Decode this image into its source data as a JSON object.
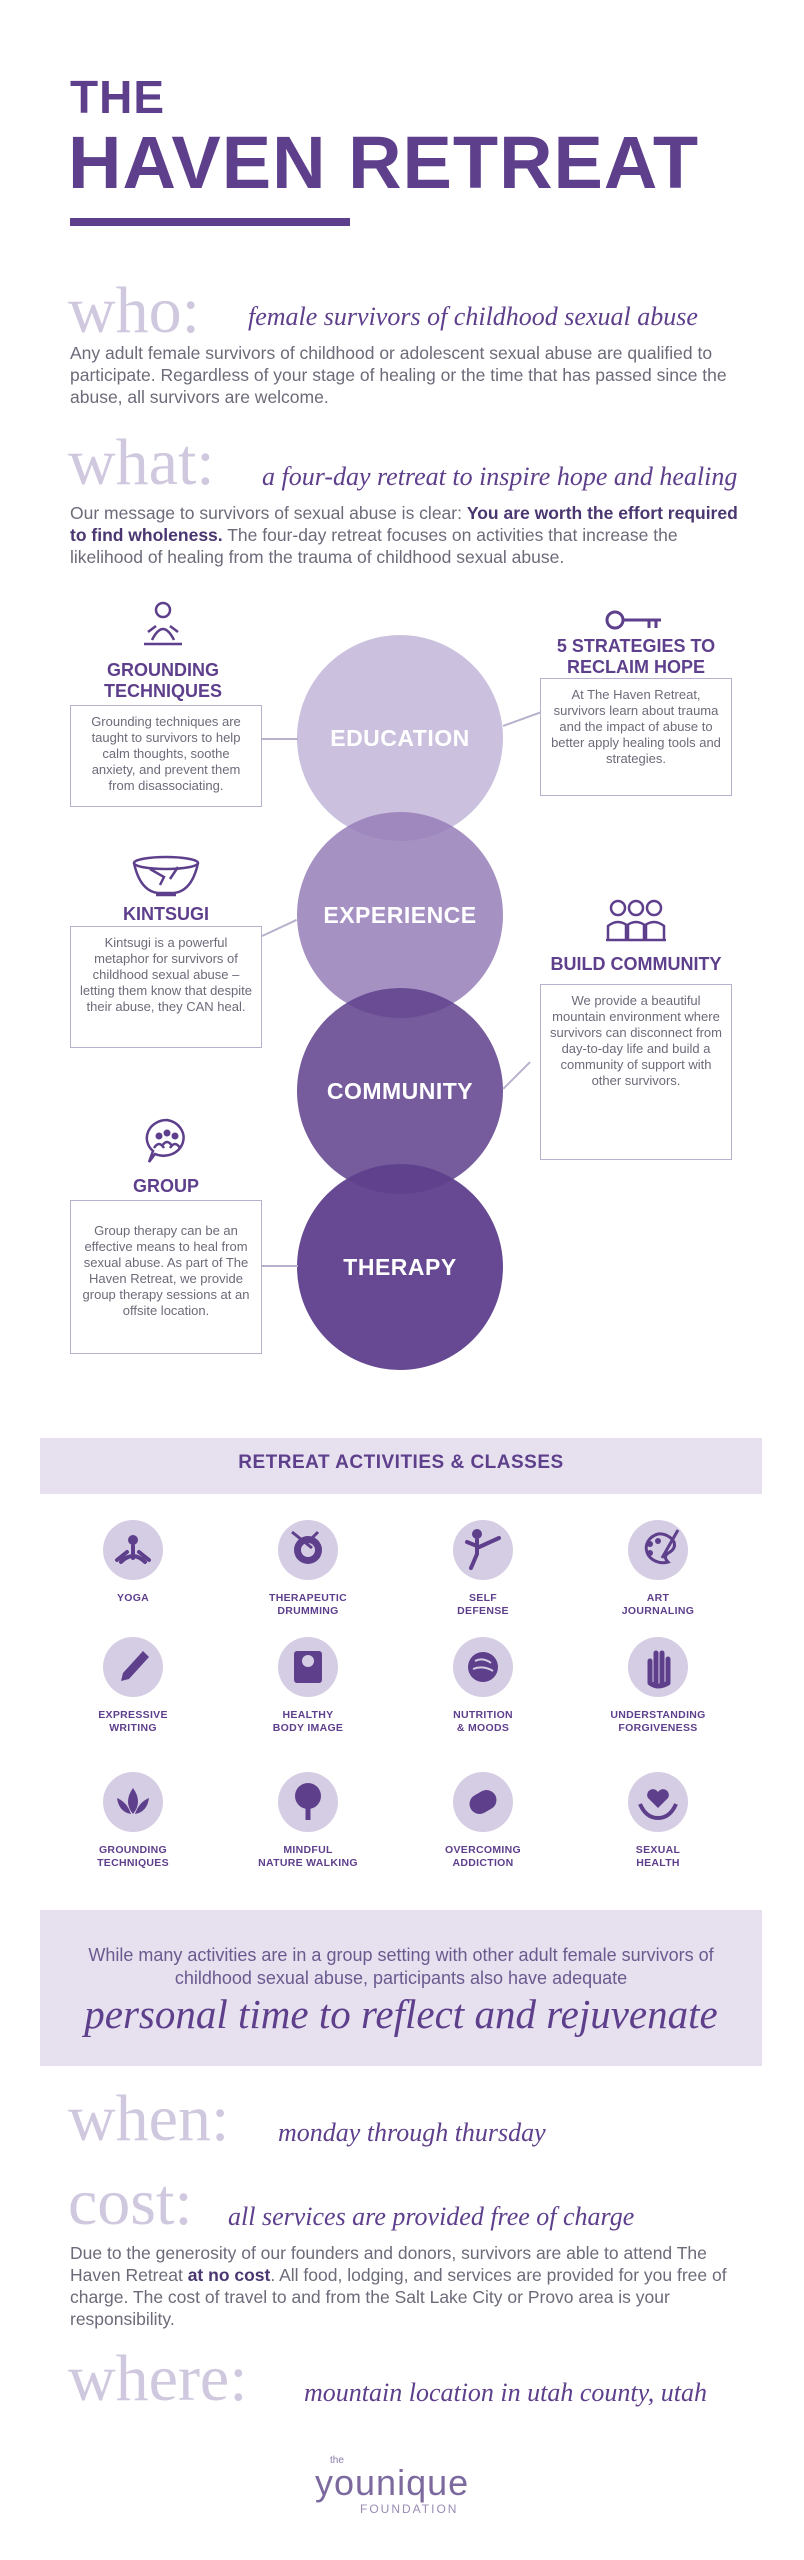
{
  "header": {
    "line1": "THE",
    "line2": "HAVEN RETREAT"
  },
  "who": {
    "word": "who:",
    "tagline": "female survivors of childhood sexual abuse",
    "body": "Any adult female survivors of childhood or adolescent sexual abuse are qualified to participate. Regardless of your stage of healing or the time that has passed since the abuse, all survivors are welcome."
  },
  "what": {
    "word": "what:",
    "tagline": "a four-day retreat to inspire hope and healing",
    "body_start": "Our message to survivors of sexual abuse is clear: ",
    "body_bold": "You are worth the effort required to find wholeness.",
    "body_end": " The four-day retreat focuses on activities that increase the likelihood of healing from the trauma of childhood sexual abuse."
  },
  "pillars": {
    "circles": [
      "EDUCATION",
      "EXPERIENCE",
      "COMMUNITY",
      "THERAPY"
    ],
    "grounding": {
      "title": "GROUNDING TECHNIQUES",
      "text": "Grounding techniques are taught to survivors to help calm thoughts, soothe anxiety, and prevent them from disassociating.",
      "icon": "meditation-icon"
    },
    "strategies": {
      "title": "5 STRATEGIES TO RECLAIM HOPE",
      "text": "At The Haven Retreat, survivors learn about trauma and the impact of abuse to better apply healing tools and strategies.",
      "icon": "key-icon"
    },
    "kintsugi": {
      "title": "KINTSUGI",
      "text": "Kintsugi is a powerful metaphor for survivors of childhood sexual abuse – letting them know that despite their abuse, they CAN heal.",
      "icon": "bowl-icon"
    },
    "community": {
      "title": "BUILD COMMUNITY",
      "text": "We provide a beautiful mountain environment where survivors can disconnect from day-to-day life and build a community of support with other survivors.",
      "icon": "people-icon"
    },
    "therapy": {
      "title": "GROUP THERAPY",
      "text": "Group therapy can be an effective means to heal from sexual abuse. As part of The Haven Retreat, we provide group therapy sessions at an offsite location.",
      "icon": "chat-group-icon"
    }
  },
  "activities": {
    "title": "RETREAT ACTIVITIES & CLASSES",
    "items": [
      {
        "l1": "YOGA",
        "l2": "",
        "icon": "yoga-icon"
      },
      {
        "l1": "THERAPEUTIC",
        "l2": "DRUMMING",
        "icon": "drum-icon"
      },
      {
        "l1": "SELF",
        "l2": "DEFENSE",
        "icon": "kick-icon"
      },
      {
        "l1": "ART",
        "l2": "JOURNALING",
        "icon": "palette-icon"
      },
      {
        "l1": "EXPRESSIVE",
        "l2": "WRITING",
        "icon": "pencil-icon"
      },
      {
        "l1": "HEALTHY",
        "l2": "BODY IMAGE",
        "icon": "scale-icon"
      },
      {
        "l1": "NUTRITION",
        "l2": "& MOODS",
        "icon": "brain-icon"
      },
      {
        "l1": "UNDERSTANDING",
        "l2": "FORGIVENESS",
        "icon": "hand-icon"
      },
      {
        "l1": "GROUNDING",
        "l2": "TECHNIQUES",
        "icon": "lotus-icon"
      },
      {
        "l1": "MINDFUL",
        "l2": "NATURE WALKING",
        "icon": "tree-icon"
      },
      {
        "l1": "OVERCOMING",
        "l2": "ADDICTION",
        "icon": "pill-icon"
      },
      {
        "l1": "SEXUAL",
        "l2": "HEALTH",
        "icon": "heart-hands-icon"
      }
    ]
  },
  "message": {
    "text": "While many activities are in a group setting with other adult female survivors of childhood sexual abuse, participants also have adequate",
    "big": "personal time to reflect and rejuvenate"
  },
  "when": {
    "word": "when:",
    "tagline": "monday through thursday"
  },
  "cost": {
    "word": "cost:",
    "tagline": "all services are provided free of charge",
    "body_start": "Due to the generosity of our founders and donors, survivors are able to attend The Haven Retreat ",
    "body_bold": "at no cost",
    "body_end": ". All food, lodging, and services are provided for you free of charge. The cost of travel to and from the Salt Lake City or Provo area is your responsibility."
  },
  "where": {
    "word": "where:",
    "tagline": "mountain location in utah county, utah"
  },
  "logo": {
    "the": "the",
    "name": "younique",
    "sub": "FOUNDATION"
  },
  "colors": {
    "primary": "#5e3f8c",
    "light": "#cfc8de",
    "band": "#e6e0ef"
  }
}
